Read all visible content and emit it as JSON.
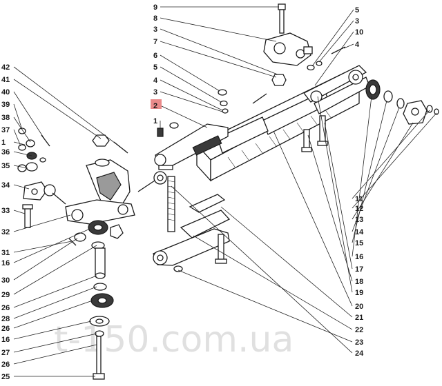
{
  "watermark": "t-150.com.ua",
  "highlight_color": "#e98a8a",
  "callouts_left": [
    "42",
    "41",
    "40",
    "39",
    "38",
    "37",
    "1",
    "36",
    "35",
    "34",
    "33",
    "32",
    "31",
    "16",
    "30",
    "29",
    "26",
    "28",
    "26",
    "16",
    "27",
    "26",
    "25"
  ],
  "callouts_top": [
    "9",
    "8",
    "3",
    "7",
    "6",
    "5",
    "4",
    "3",
    "2",
    "1"
  ],
  "callouts_right": [
    "5",
    "3",
    "10",
    "4",
    "11",
    "12",
    "13",
    "14",
    "15",
    "16",
    "17",
    "18",
    "19",
    "20",
    "21",
    "22",
    "23",
    "24"
  ],
  "highlighted_label": "2"
}
